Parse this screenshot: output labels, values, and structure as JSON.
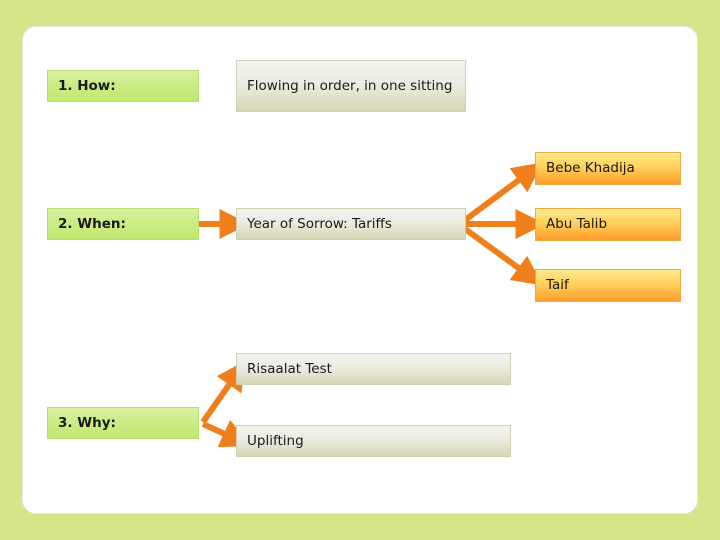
{
  "slide": {
    "background_color": "#d7e48a",
    "canvas_color": "#ffffff",
    "accent_color": "#ef7f1a",
    "nodes": [
      {
        "id": "how",
        "label": "1. How:"
      },
      {
        "id": "how-det",
        "label": "Flowing in order, in one sitting"
      },
      {
        "id": "bebe",
        "label": "Bebe Khadija"
      },
      {
        "id": "when",
        "label": "2. When:"
      },
      {
        "id": "sorrow",
        "label": "Year of Sorrow: Tariffs"
      },
      {
        "id": "abutalib",
        "label": "Abu Talib"
      },
      {
        "id": "taif",
        "label": "Taif"
      },
      {
        "id": "risaalat",
        "label": "Risaalat Test"
      },
      {
        "id": "why",
        "label": "3. Why:"
      },
      {
        "id": "uplifting",
        "label": "Uplifting"
      }
    ]
  }
}
